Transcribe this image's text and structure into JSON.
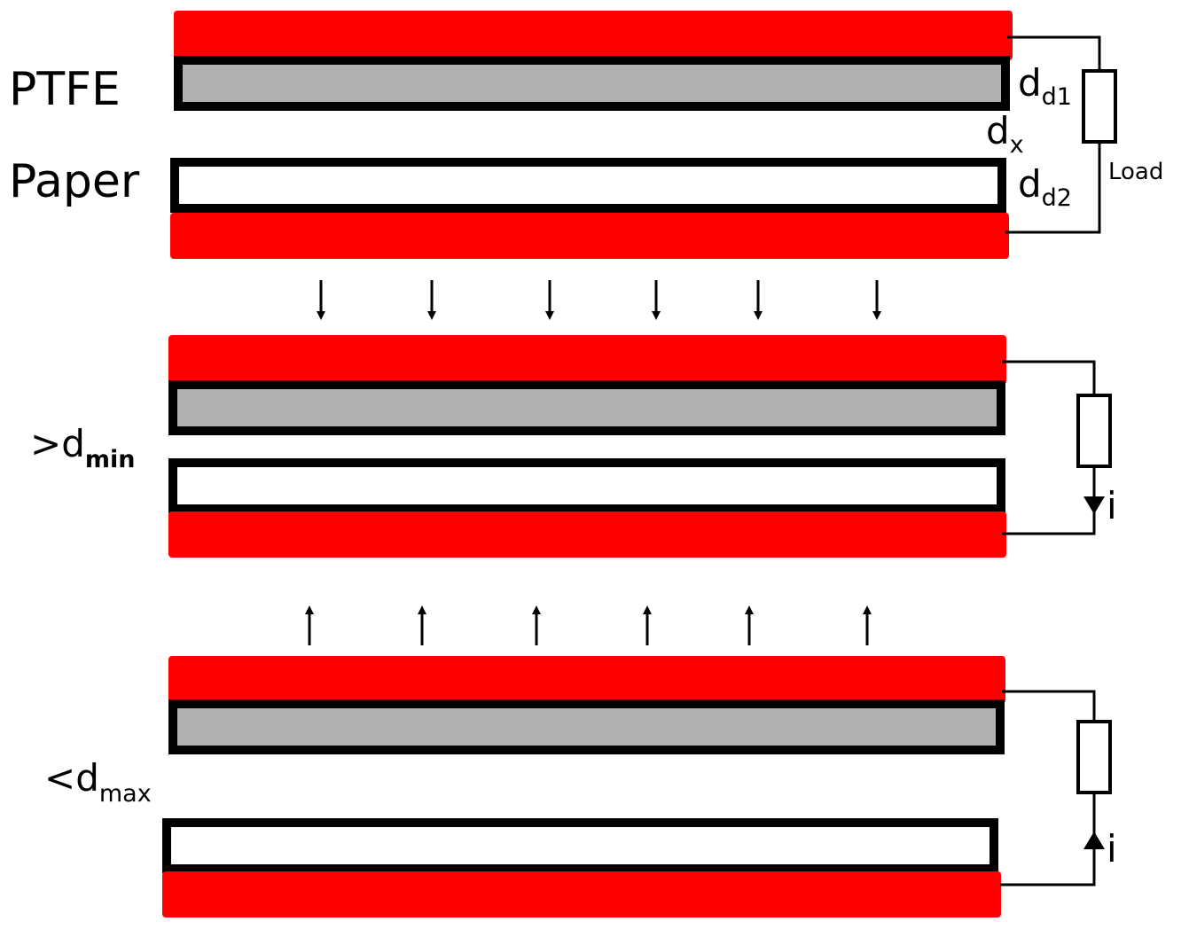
{
  "labels": {
    "ptfe": "PTFE",
    "paper": "Paper",
    "dd1_main": "d",
    "dd1_sub": "d1",
    "dx_main": "d",
    "dx_sub": "x",
    "dd2_main": "d",
    "dd2_sub": "d2",
    "load": "Load",
    "dmin_prefix": ">d",
    "dmin_sub": "min",
    "dmax_prefix": "<d",
    "dmax_sub": "max",
    "current_mid": "i",
    "current_bot": "i"
  },
  "colors": {
    "electrode": "#ff0000",
    "ptfe_fill": "#b0b0b0",
    "paper_fill": "#ffffff",
    "outline": "#000000"
  }
}
